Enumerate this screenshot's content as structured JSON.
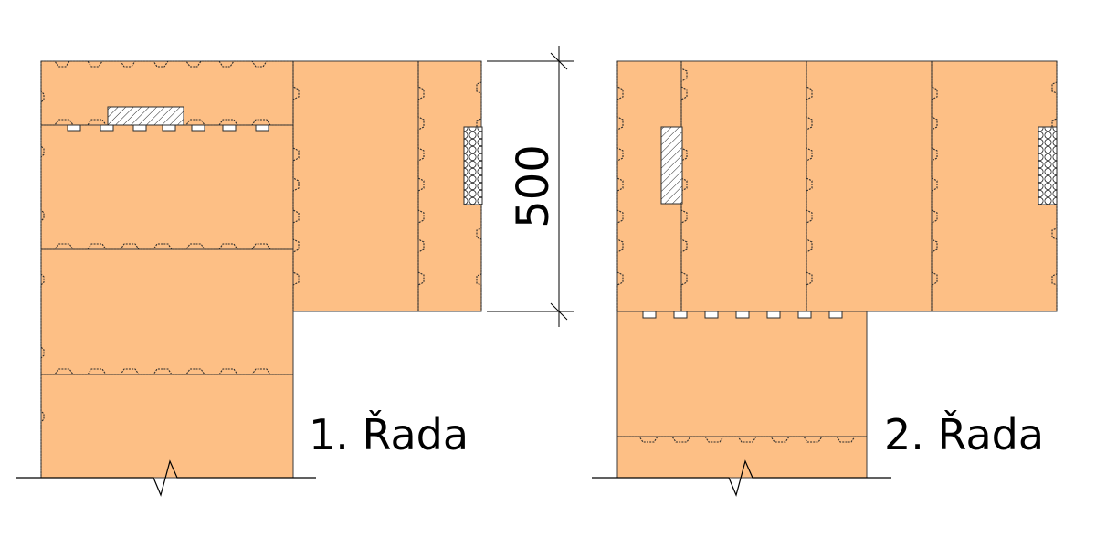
{
  "dimension": {
    "value": "500"
  },
  "rows": [
    {
      "label": "1. Řada"
    },
    {
      "label": "2. Řada"
    }
  ],
  "colors": {
    "block_fill": "#FDBF85",
    "outline": "#3a3a3a",
    "background": "#ffffff"
  }
}
